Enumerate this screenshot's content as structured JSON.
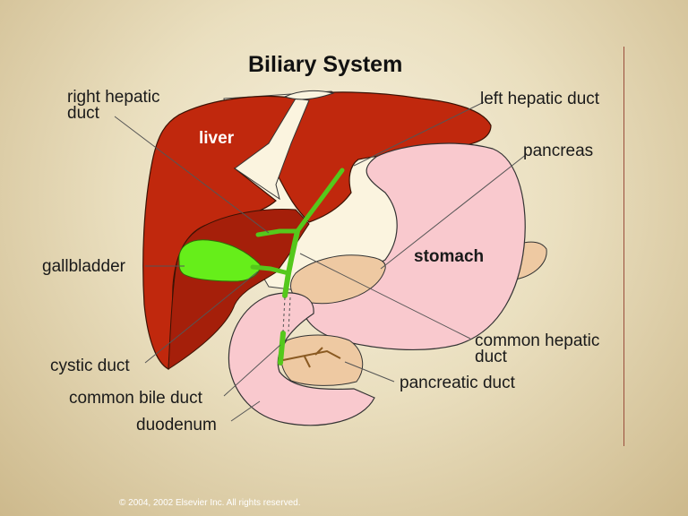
{
  "title": "Biliary System",
  "organ_labels": {
    "liver": "liver",
    "stomach": "stomach"
  },
  "labels": {
    "right_hepatic_duct_line1": "right hepatic",
    "right_hepatic_duct_line2": "duct",
    "left_hepatic_duct": "left hepatic duct",
    "pancreas": "pancreas",
    "gallbladder": "gallbladder",
    "common_hepatic_duct_line1": "common hepatic",
    "common_hepatic_duct_line2": "duct",
    "cystic_duct": "cystic duct",
    "pancreatic_duct": "pancreatic duct",
    "common_bile_duct": "common bile duct",
    "duodenum": "duodenum"
  },
  "copyright": "© 2004, 2002  Elsevier Inc.  All rights reserved.",
  "colors": {
    "liver": "#c0280d",
    "liver_dark": "#8b1a08",
    "stomach": "#f9c9ce",
    "pancreas": "#eec9a2",
    "gallbladder": "#66ee1a",
    "bile_duct": "#55c81b",
    "background_light": "#f6f0dd",
    "background_dark": "#cdb98c"
  }
}
